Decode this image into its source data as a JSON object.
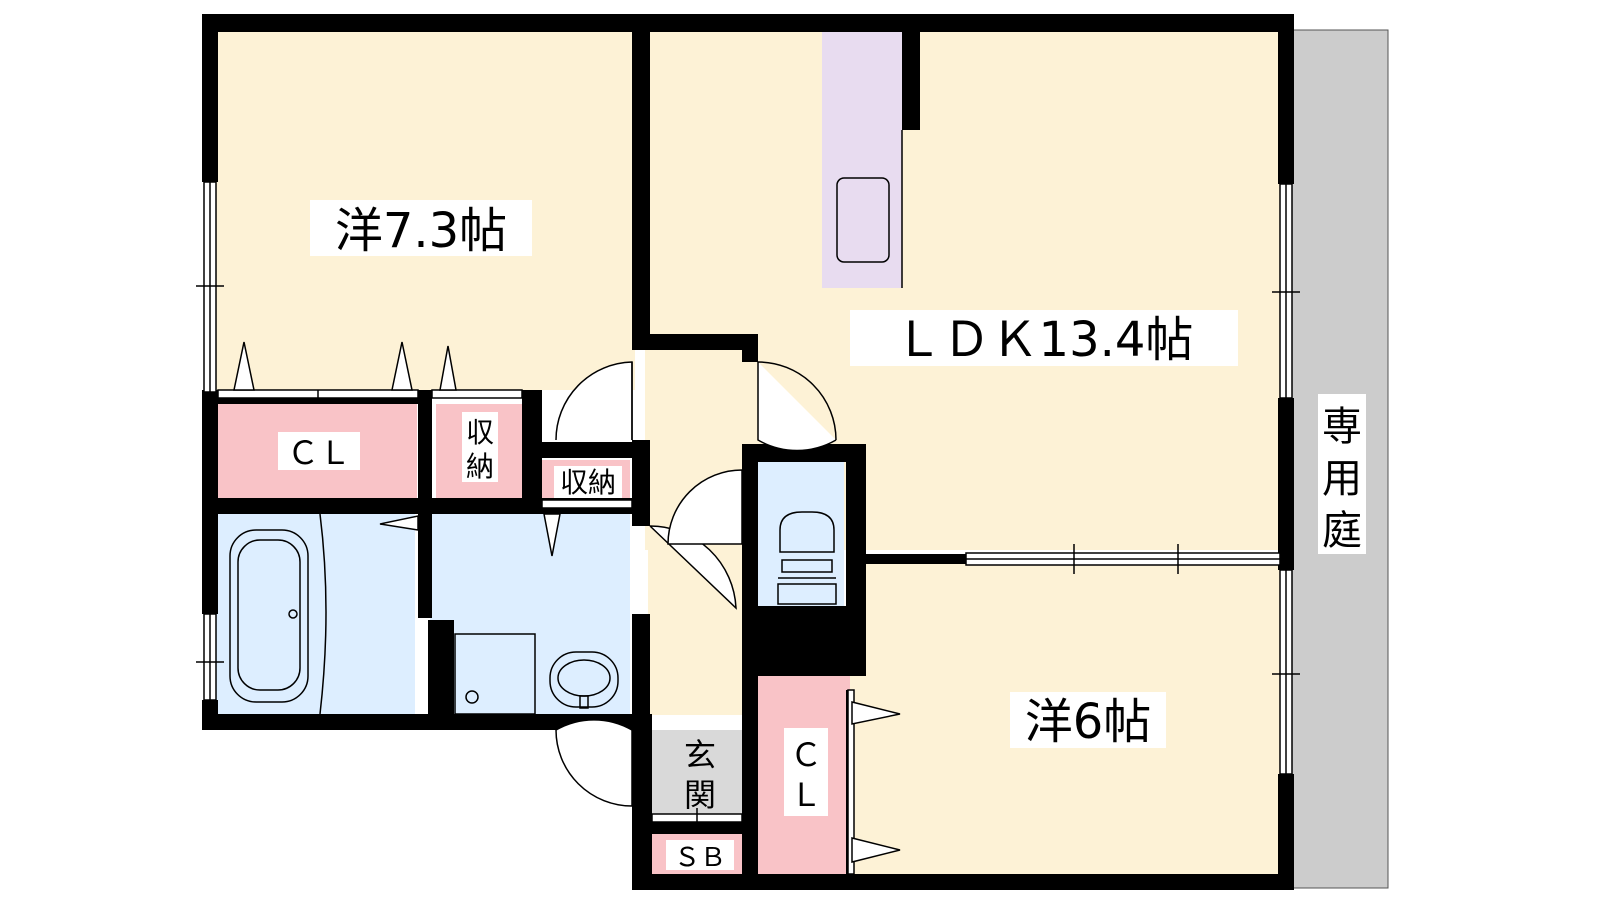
{
  "rooms": {
    "western_1": "洋7.3帖",
    "ldk": "ＬＤＫ13.4帖",
    "western_2": "洋6帖",
    "closet_1": "ＣＬ",
    "storage_1_line1": "収",
    "storage_1_line2": "納",
    "storage_2": "収納",
    "closet_2_line1": "Ｃ",
    "closet_2_line2": "Ｌ",
    "entrance_line1": "玄",
    "entrance_line2": "関",
    "shoe_box": "ＳＢ",
    "garden_line1": "専",
    "garden_line2": "用",
    "garden_line3": "庭"
  },
  "colors": {
    "room_floor": "#fdf2d6",
    "wet_area": "#ddeeff",
    "storage": "#f9c3c7",
    "kitchen": "#e8dcf0",
    "entrance": "#d9d9d9",
    "garden": "#cccccc",
    "wall": "#000000"
  }
}
